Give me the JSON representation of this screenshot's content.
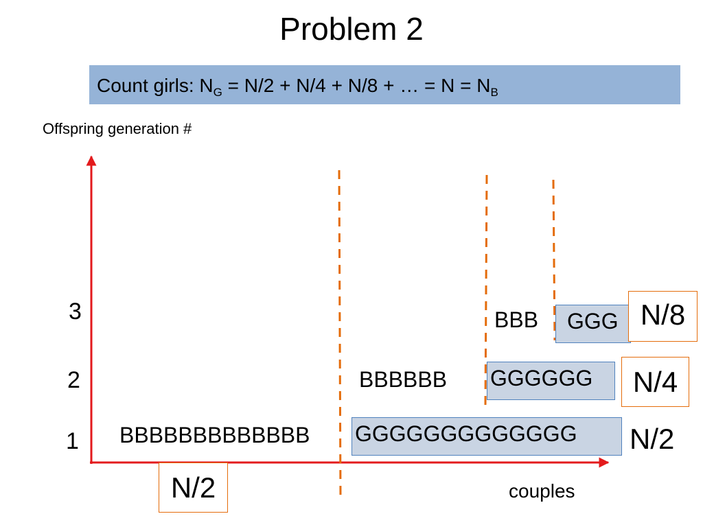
{
  "title": "Problem 2",
  "banner": {
    "prefix": "Count girls: N",
    "sub_g": "G",
    "middle": " = N/2 + N/4 + N/8 + … = N = N",
    "sub_b": "B"
  },
  "y_axis_label": "Offspring generation #",
  "x_axis_label": "couples",
  "generations": [
    {
      "tick": "1",
      "boys": "BBBBBBBBBBBBB",
      "girls": "GGGGGGGGGGGGG",
      "fraction": "N/2"
    },
    {
      "tick": "2",
      "boys": "BBBBBB",
      "girls": "GGGGGG",
      "fraction": "N/4"
    },
    {
      "tick": "3",
      "boys": "BBB",
      "girls": "GGG",
      "fraction": "N/8"
    }
  ],
  "x_fraction": "N/2",
  "colors": {
    "axis": "#e31a1c",
    "divider": "#e46c0a",
    "banner_bg": "#95b3d7",
    "girls_box_bg": "#c9d4e3",
    "girls_box_border": "#4f81bd",
    "fraction_box_border": "#e46c0a"
  }
}
